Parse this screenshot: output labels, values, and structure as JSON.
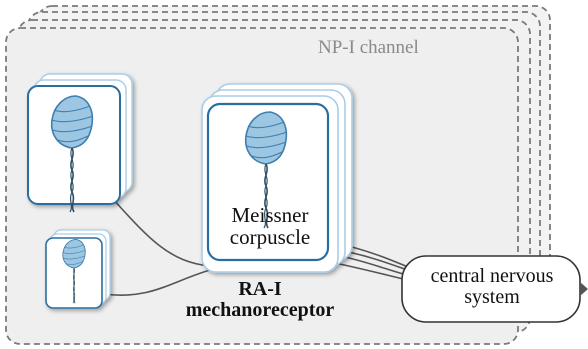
{
  "diagram": {
    "channel_label": "NP-I channel",
    "receptor_label": "RA-I mechanoreceptor",
    "receptor_label_line1": "RA-I",
    "receptor_label_line2": "mechanoreceptor",
    "corpuscle_label_line1": "Meissner",
    "corpuscle_label_line2": "corpuscle",
    "cns_label_line1": "central nervous",
    "cns_label_line2": "system"
  },
  "colors": {
    "card_border": "#2a6ea0",
    "card_border_light": "#a9cde6",
    "corpuscle_fill": "#9cc6e2",
    "corpuscle_stroke": "#3f7fae",
    "dashed_border": "#7a7a7a",
    "channel_fill": "#f0f0f0",
    "nerve": "#555555"
  }
}
